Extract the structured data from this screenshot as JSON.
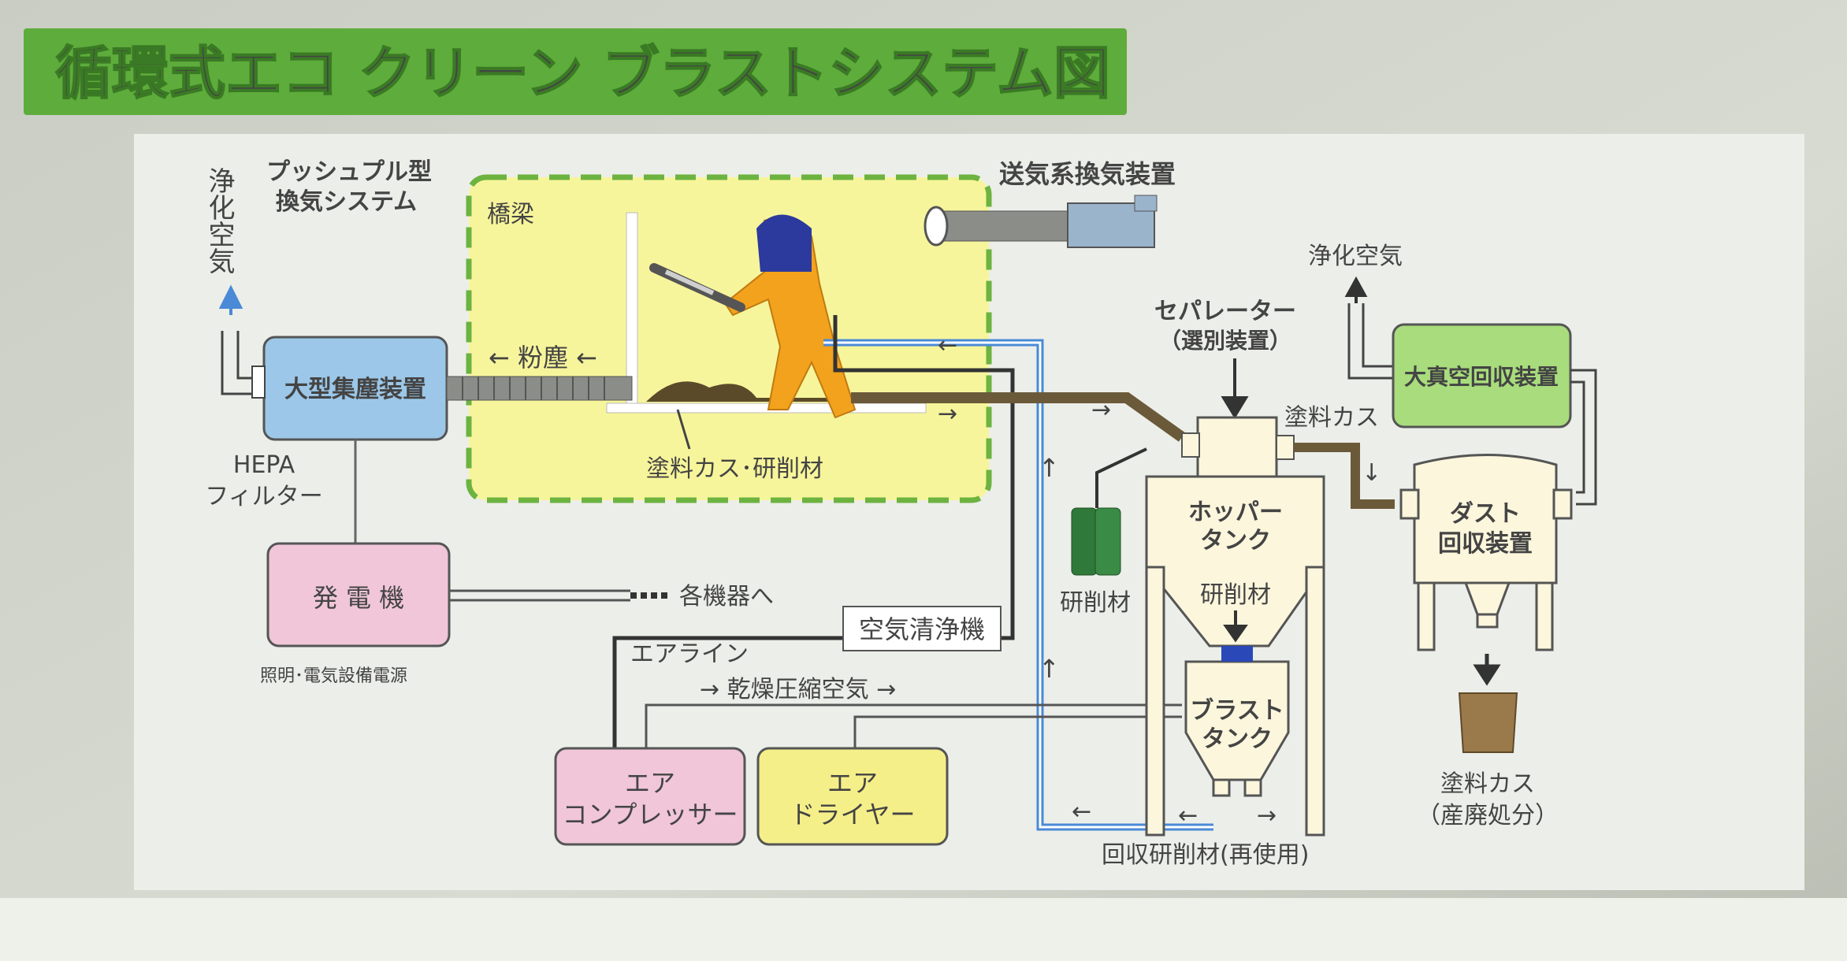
{
  "title": "循環式エコ クリーン ブラストシステム図",
  "colors": {
    "title_bar": "#5eac3c",
    "panel": "#eceee9",
    "work_area": "#f7f59b",
    "work_border": "#6cb340",
    "blue_box": "#9cc7e8",
    "pink_box": "#f0c6d8",
    "yellow_box": "#f5ef8a",
    "green_box": "#a8dc7c",
    "cream": "#fbf6dc",
    "blue_line": "#4a8ad6",
    "dark_line": "#444444",
    "label_blue": "#1f5fae"
  },
  "labels": {
    "purified_air_left": "浄化空気",
    "push_pull": [
      "プッシュプル型",
      "換気システム"
    ],
    "bridge": "橋梁",
    "dust": "← 粉塵 ←",
    "paint_residue_abrasive": "塗料カス･研削材",
    "supply_ventilation": "送気系換気装置",
    "dust_collector": "大型集塵装置",
    "hepa": [
      "HEPA",
      "フィルター"
    ],
    "generator": "発 電 機",
    "generator_note": "照明･電気設備電源",
    "to_each_device": "各機器へ",
    "air_cleaner": "空気清浄機",
    "air_line": "エアライン",
    "dry_compressed_air": "→ 乾燥圧縮空気 →",
    "air_compressor": [
      "エア",
      "コンプレッサー"
    ],
    "air_dryer": [
      "エア",
      "ドライヤー"
    ],
    "separator": [
      "セパレーター",
      "（選別装置）"
    ],
    "paint_residue": "塗料カス",
    "hopper_tank": [
      "ホッパー",
      "タンク"
    ],
    "abrasive_inner": "研削材",
    "abrasive_side": "研削材",
    "blast_tank": [
      "ブラスト",
      "タンク"
    ],
    "recovered_abrasive": "回収研削材(再使用)",
    "purified_air_right": "浄化空気",
    "vacuum_recovery": "大真空回収装置",
    "dust_recovery": [
      "ダスト",
      "回収装置"
    ],
    "paint_residue_disposal": [
      "塗料カス",
      "（産廃処分）"
    ],
    "arrow_right": "→",
    "arrow_left": "←",
    "arrow_up": "↑",
    "arrow_down": "↓"
  }
}
